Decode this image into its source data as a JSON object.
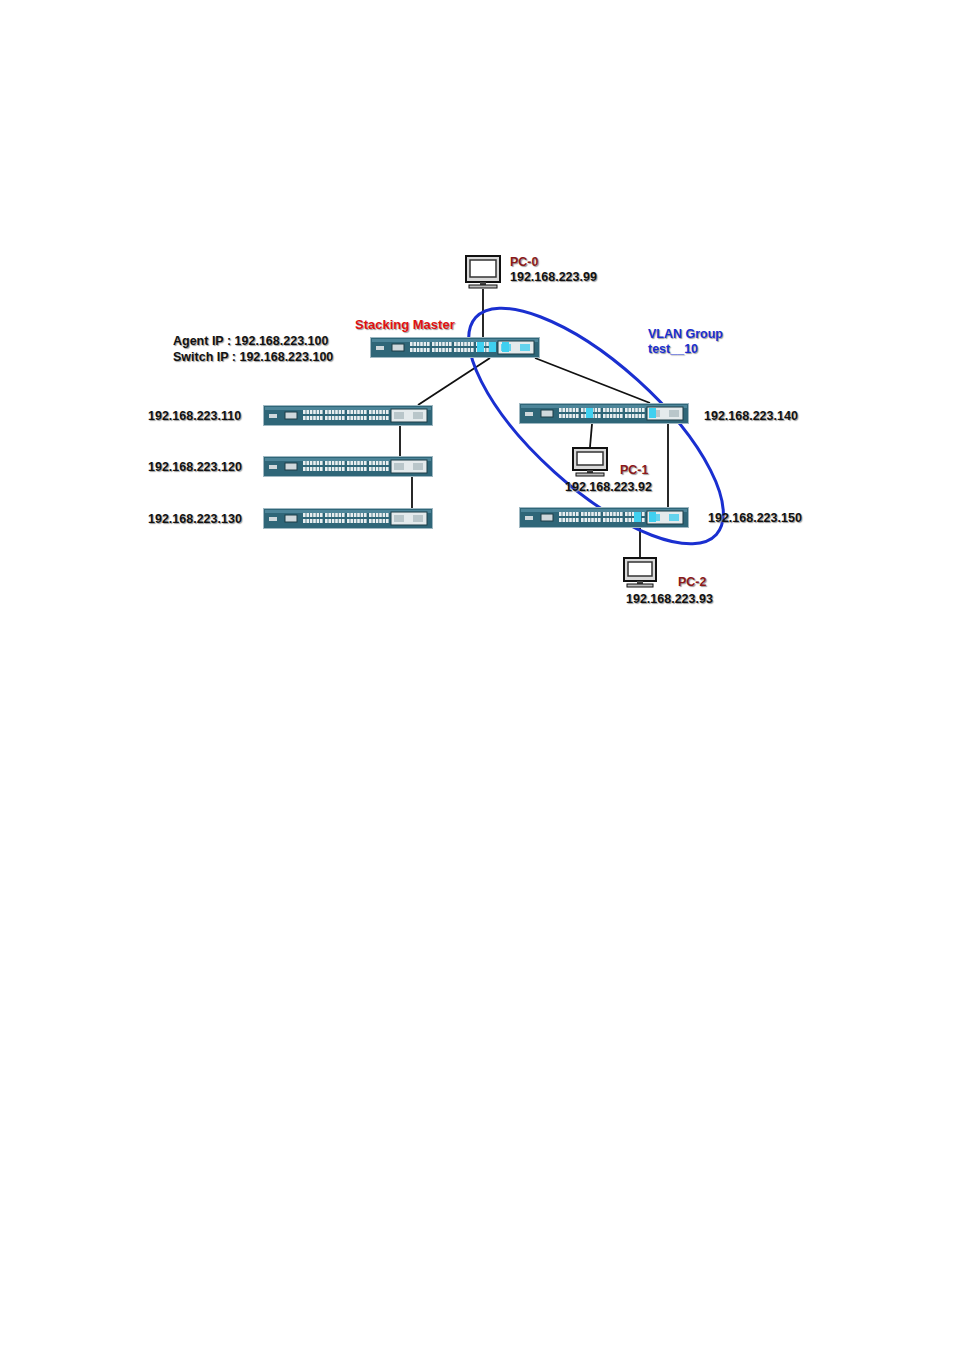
{
  "diagram": {
    "nodes": [
      {
        "text": [
          "PC-0",
          "192.168.223.99"
        ]
      },
      {
        "text": [
          "Stacking Master",
          "Agent IP : 192.168.223.100",
          "Switch IP : 192.168.223.100"
        ]
      },
      {
        "text": [
          "192.168.223.110"
        ]
      },
      {
        "text": [
          "192.168.223.140"
        ]
      },
      {
        "text": [
          "PC-1",
          "192.168.223.92"
        ]
      },
      {
        "text": [
          "192.168.223.120"
        ]
      },
      {
        "text": [
          "192.168.223.150"
        ]
      },
      {
        "text": [
          "192.168.223.130"
        ]
      },
      {
        "text": [
          "PC-2",
          "192.168.223.93"
        ]
      }
    ],
    "edges": [
      {
        "from": 0,
        "to": 1,
        "arrow": "none"
      },
      {
        "from": 1,
        "to": 2,
        "arrow": "none"
      },
      {
        "from": 1,
        "to": 3,
        "arrow": "none"
      },
      {
        "from": 3,
        "to": 4,
        "arrow": "none"
      },
      {
        "from": 3,
        "to": 6,
        "arrow": "none"
      },
      {
        "from": 2,
        "to": 5,
        "arrow": "none"
      },
      {
        "from": 5,
        "to": 7,
        "arrow": "none"
      },
      {
        "from": 6,
        "to": 8,
        "arrow": "none"
      }
    ],
    "labels": [
      "VLAN Group test__10"
    ]
  }
}
